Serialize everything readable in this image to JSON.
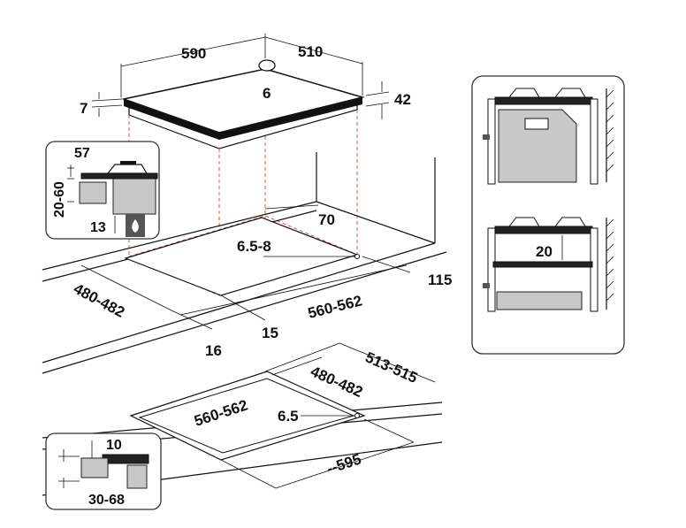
{
  "hob": {
    "width": "590",
    "depth": "510",
    "center_mark": "6",
    "height": "42",
    "glass": "7"
  },
  "cutout": {
    "spacing_back": "70",
    "corner_gap": "6.5-8",
    "depth": "480-482",
    "side": "115",
    "width": "560-562",
    "front_a": "16",
    "front_b": "15"
  },
  "flush": {
    "outer_depth": "513-515",
    "inner_depth": "480-482",
    "inner_width": "560-562",
    "gap": "6.5",
    "outer_width": "--595"
  },
  "detail_top": {
    "top": "57",
    "side": "20-60",
    "bottom": "13"
  },
  "detail_bottom": {
    "top": "10",
    "bottom": "30-68"
  },
  "oven_panel": {
    "gap": "20"
  },
  "icons": {
    "flame": "flame-icon",
    "burner": "burner-icon"
  }
}
